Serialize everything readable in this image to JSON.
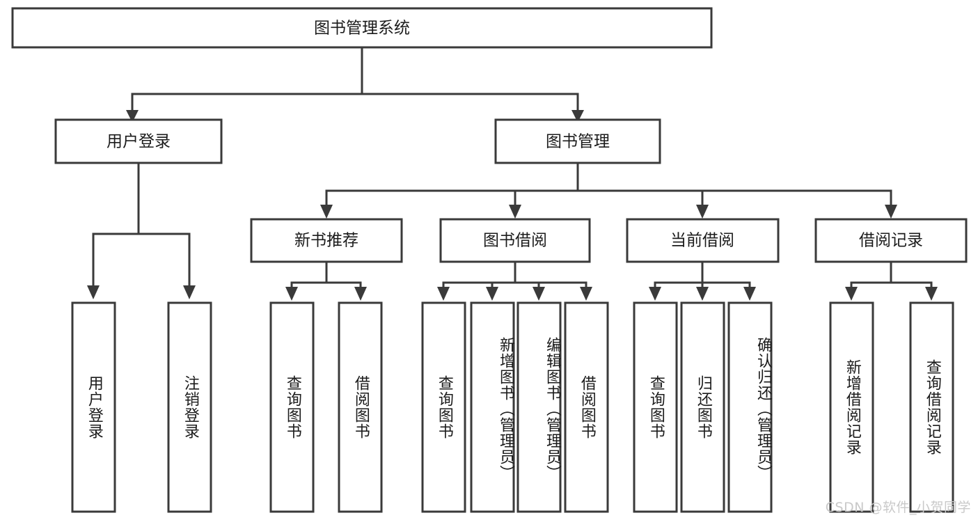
{
  "diagram": {
    "title": "图书管理系统",
    "type": "hierarchy-tree",
    "orientation": "top-down",
    "colors": {
      "box_stroke": "#3a3a3a",
      "box_fill": "#ffffff",
      "connector": "#3a3a3a",
      "text": "#1b1b1b",
      "watermark": "#c9c9c9",
      "background": "#ffffff"
    },
    "root": {
      "label": "图书管理系统"
    },
    "level2": [
      {
        "label": "用户登录"
      },
      {
        "label": "图书管理"
      }
    ],
    "level3": [
      {
        "label": "新书推荐"
      },
      {
        "label": "图书借阅"
      },
      {
        "label": "当前借阅"
      },
      {
        "label": "借阅记录"
      }
    ],
    "leaves": {
      "user_login": [
        {
          "label": "用户登录"
        },
        {
          "label": "注销登录"
        }
      ],
      "new_book_recommend": [
        {
          "label": "查询图书"
        },
        {
          "label": "借阅图书"
        }
      ],
      "book_borrow": [
        {
          "label": "查询图书"
        },
        {
          "label": "新增图书（管理员）"
        },
        {
          "label": "编辑图书（管理员）"
        },
        {
          "label": "借阅图书"
        }
      ],
      "current_borrow": [
        {
          "label": "查询图书"
        },
        {
          "label": "归还图书"
        },
        {
          "label": "确认归还（管理员）"
        }
      ],
      "borrow_record": [
        {
          "label": "新增借阅记录"
        },
        {
          "label": "查询借阅记录"
        }
      ]
    },
    "watermark": "CSDN @软件_小贺同学"
  }
}
